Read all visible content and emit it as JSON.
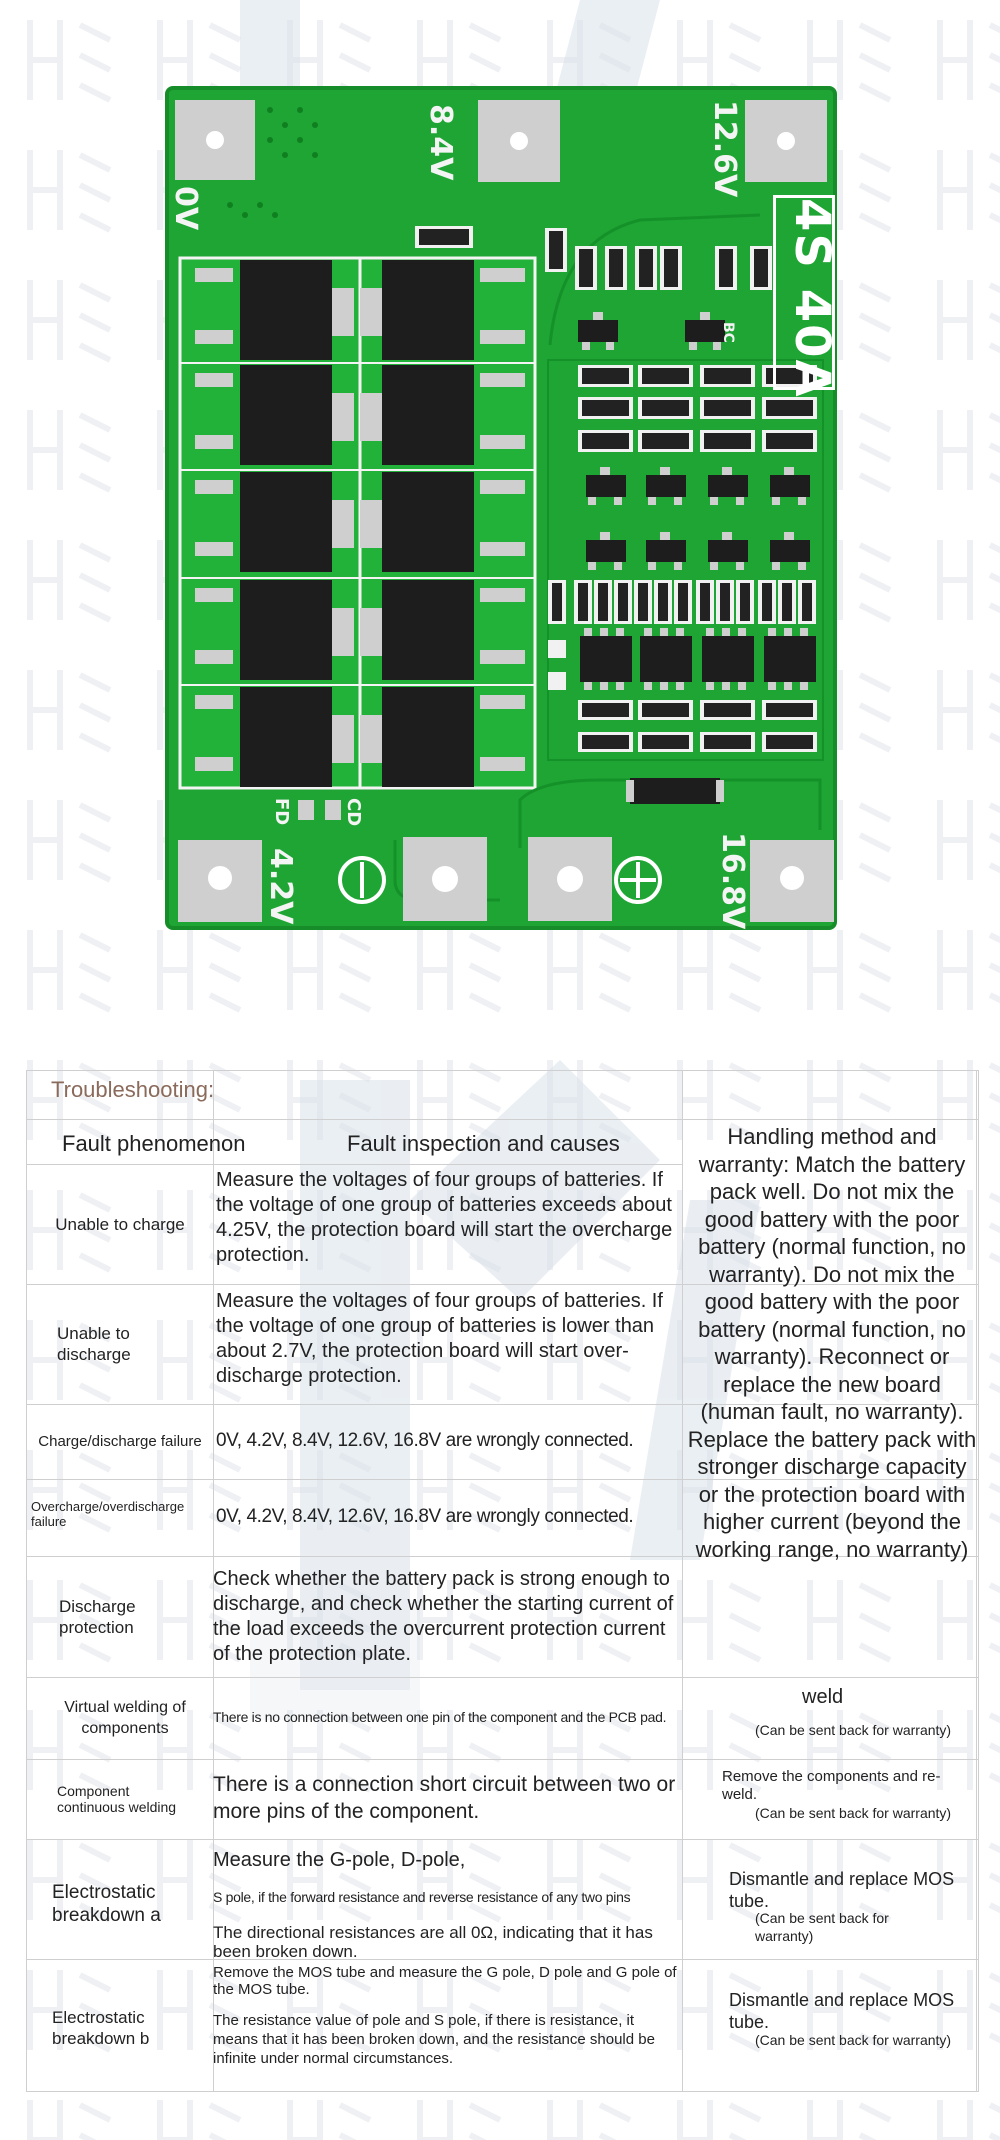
{
  "board": {
    "model_line1": "4S",
    "model_line2": "40A",
    "labels": {
      "v0": "0V",
      "v84": "8.4V",
      "v126": "12.6V",
      "v42": "4.2V",
      "v168": "16.8V",
      "fd": "FD",
      "cd": "CD",
      "bc": "BC"
    },
    "colors": {
      "pcb": "#1fa534",
      "pcb_dark": "#148a26",
      "silk": "#f4f4f4",
      "pad": "#cfcfcf",
      "chip": "#1d1d1d"
    }
  },
  "table": {
    "title": "Troubleshooting:",
    "headers": {
      "fault": "Fault phenomenon",
      "cause": "Fault inspection and causes",
      "handling": "Handling method and warranty: Match the battery pack well. Do not mix the good battery with the poor battery (normal function, no warranty). Do not mix the good battery with the poor battery (normal function, no warranty). Reconnect or replace the new board (human fault, no warranty). Replace the battery pack with stronger discharge capacity or the protection board with higher current (beyond the working range, no warranty)"
    },
    "rows": [
      {
        "fault": "Unable to charge",
        "cause": "Measure the voltages of four groups of batteries. If the voltage of one group of batteries exceeds about 4.25V, the protection board will start the overcharge protection."
      },
      {
        "fault": "Unable to discharge",
        "cause": "Measure the voltages of four groups of batteries. If the voltage of one group of batteries is lower than about 2.7V, the protection board will start over-discharge protection."
      },
      {
        "fault": "Charge/discharge failure",
        "cause": "0V, 4.2V, 8.4V, 12.6V, 16.8V are wrongly connected."
      },
      {
        "fault": "Overcharge/overdischarge failure",
        "cause": "0V, 4.2V, 8.4V, 12.6V, 16.8V are wrongly connected."
      },
      {
        "fault": "Discharge protection",
        "cause": "Check whether the battery pack is strong enough to discharge, and check whether the starting current of the load exceeds the overcurrent protection current of the protection plate."
      },
      {
        "fault": "Virtual welding of components",
        "cause": "There is no connection between one pin of the component and the PCB pad.",
        "handling": "weld",
        "note": "(Can be sent back for warranty)"
      },
      {
        "fault": "Component continuous welding",
        "cause": "There is a connection short circuit between two or more pins of the component.",
        "handling": "Remove the components and re-weld.",
        "note": "(Can be sent back for warranty)"
      },
      {
        "fault": "Electrostatic breakdown a",
        "cause_a": "Measure the G-pole, D-pole,",
        "cause_b": "S pole, if the forward resistance and reverse resistance of any two pins",
        "cause_c": "The directional resistances are all 0Ω, indicating that it has been broken down.",
        "handling": "Dismantle and replace MOS tube.",
        "note": "(Can be sent back for warranty)"
      },
      {
        "fault": "Electrostatic breakdown b",
        "cause_a": "Remove the MOS tube and measure the G pole, D pole and G pole of the MOS tube.",
        "cause_b": "The resistance value of pole and S pole, if there is resistance, it means that it has been broken down, and the resistance should be infinite under normal circumstances.",
        "handling": "Dismantle and replace MOS tube.",
        "note": "(Can be sent back for warranty)"
      }
    ]
  }
}
